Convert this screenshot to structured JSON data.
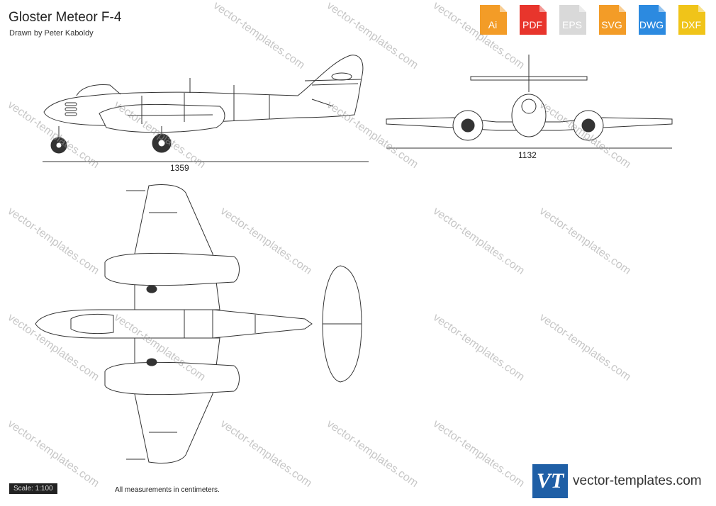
{
  "title": "Gloster Meteor F-4",
  "author": "Drawn by Peter Kaboldy",
  "formats": [
    {
      "label": "Ai",
      "color": "#f39c27"
    },
    {
      "label": "PDF",
      "color": "#e8352c"
    },
    {
      "label": "EPS",
      "color": "#d9d9d9"
    },
    {
      "label": "SVG",
      "color": "#f39c27"
    },
    {
      "label": "DWG",
      "color": "#2c8ae0"
    },
    {
      "label": "DXF",
      "color": "#f0c419"
    }
  ],
  "dimensions": {
    "side_length": "1359",
    "front_span": "1132"
  },
  "scale": "Scale: 1:100",
  "note": "All measurements in centimeters.",
  "brand": {
    "logo": "VT",
    "name": "vector-templates.com"
  },
  "watermark": "vector-templates.com"
}
